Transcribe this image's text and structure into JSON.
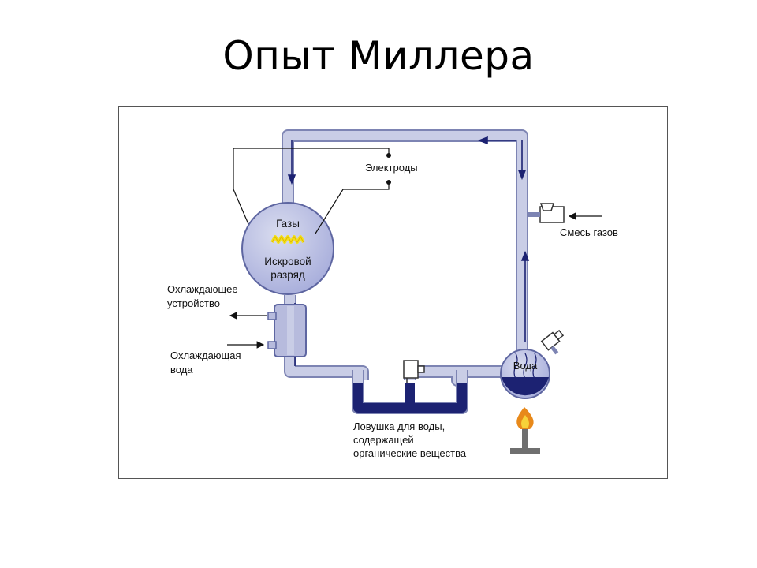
{
  "title": "Опыт Миллера",
  "labels": {
    "electrodes": "Электроды",
    "gases": "Газы",
    "spark_1": "Искровой",
    "spark_2": "разряд",
    "gas_mix": "Смесь газов",
    "cooler_1": "Охлаждающее",
    "cooler_2": "устройство",
    "cool_water_1": "Охлаждающая",
    "cool_water_2": "вода",
    "water": "Вода",
    "trap_1": "Ловушка для воды,",
    "trap_2": "содержащей",
    "trap_3": "органические вещества"
  },
  "colors": {
    "tube": "#c9cde6",
    "tube_edge": "#7d84b3",
    "liquid": "#1c2272",
    "sphere": "#bcc1e0",
    "spark": "#f2e21c",
    "flame_outer": "#e8891a",
    "flame_inner": "#f7d23a"
  }
}
